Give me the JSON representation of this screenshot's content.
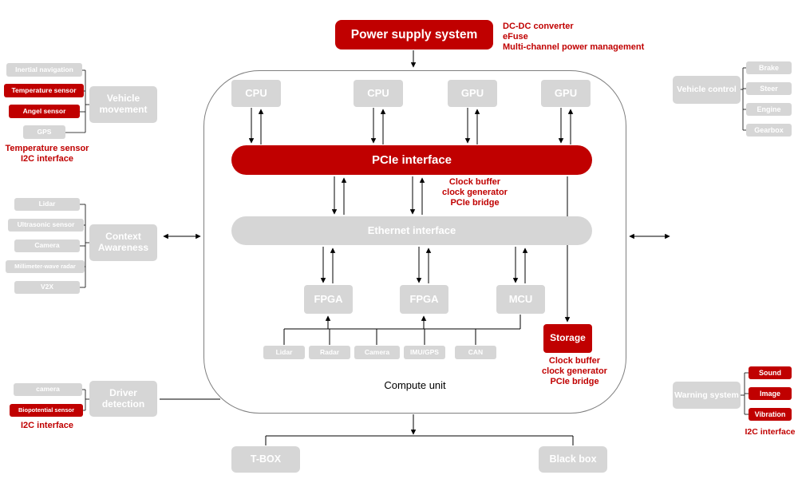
{
  "colors": {
    "accent_red": "#c00000",
    "box_gray": "#d6d6d6",
    "line": "#000000"
  },
  "power_supply": {
    "label": "Power supply system",
    "notes": [
      "DC-DC converter",
      "eFuse",
      "Multi-channel power management"
    ]
  },
  "compute_unit": {
    "label": "Compute unit",
    "processors": [
      {
        "label": "CPU"
      },
      {
        "label": "CPU"
      },
      {
        "label": "GPU"
      },
      {
        "label": "GPU"
      }
    ],
    "pcie": {
      "label": "PCIe interface"
    },
    "pcie_notes": [
      "Clock buffer",
      "clock generator",
      "PCIe bridge"
    ],
    "ethernet": {
      "label": "Ethernet interface"
    },
    "controllers": [
      {
        "label": "FPGA"
      },
      {
        "label": "FPGA"
      },
      {
        "label": "MCU"
      }
    ],
    "storage": {
      "label": "Storage"
    },
    "storage_notes": [
      "Clock buffer",
      "clock generator",
      "PCIe bridge"
    ],
    "io_ports": [
      {
        "label": "Lidar"
      },
      {
        "label": "Radar"
      },
      {
        "label": "Camera"
      },
      {
        "label": "IMU/GPS"
      },
      {
        "label": "CAN"
      }
    ]
  },
  "left_panel": {
    "vehicle_movement": {
      "label": "Vehicle movement",
      "items": [
        {
          "label": "Inertial navigation",
          "style": "gray"
        },
        {
          "label": "Temperature sensor",
          "style": "red"
        },
        {
          "label": "Angel sensor",
          "style": "red"
        },
        {
          "label": "GPS",
          "style": "gray"
        }
      ],
      "notes": [
        "Temperature sensor",
        "I2C interface"
      ]
    },
    "context_awareness": {
      "label": "Context Awareness",
      "items": [
        {
          "label": "Lidar",
          "style": "gray"
        },
        {
          "label": "Ultrasonic sensor",
          "style": "gray"
        },
        {
          "label": "Camera",
          "style": "gray"
        },
        {
          "label": "Millimeter-wave radar",
          "style": "gray"
        },
        {
          "label": "V2X",
          "style": "gray"
        }
      ]
    },
    "driver_detection": {
      "label": "Driver detection",
      "items": [
        {
          "label": "camera",
          "style": "gray"
        },
        {
          "label": "Biopotential sensor",
          "style": "red"
        }
      ],
      "notes": [
        "I2C interface"
      ]
    }
  },
  "right_panel": {
    "vehicle_control": {
      "label": "Vehicle control",
      "items": [
        {
          "label": "Brake"
        },
        {
          "label": "Steer"
        },
        {
          "label": "Engine"
        },
        {
          "label": "Gearbox"
        }
      ]
    },
    "warning_system": {
      "label": "Warning system",
      "items": [
        {
          "label": "Sound"
        },
        {
          "label": "Image"
        },
        {
          "label": "Vibration"
        }
      ],
      "notes": [
        "I2C interface"
      ]
    }
  },
  "bottom": {
    "tbox": "T-BOX",
    "black_box": "Black box"
  }
}
